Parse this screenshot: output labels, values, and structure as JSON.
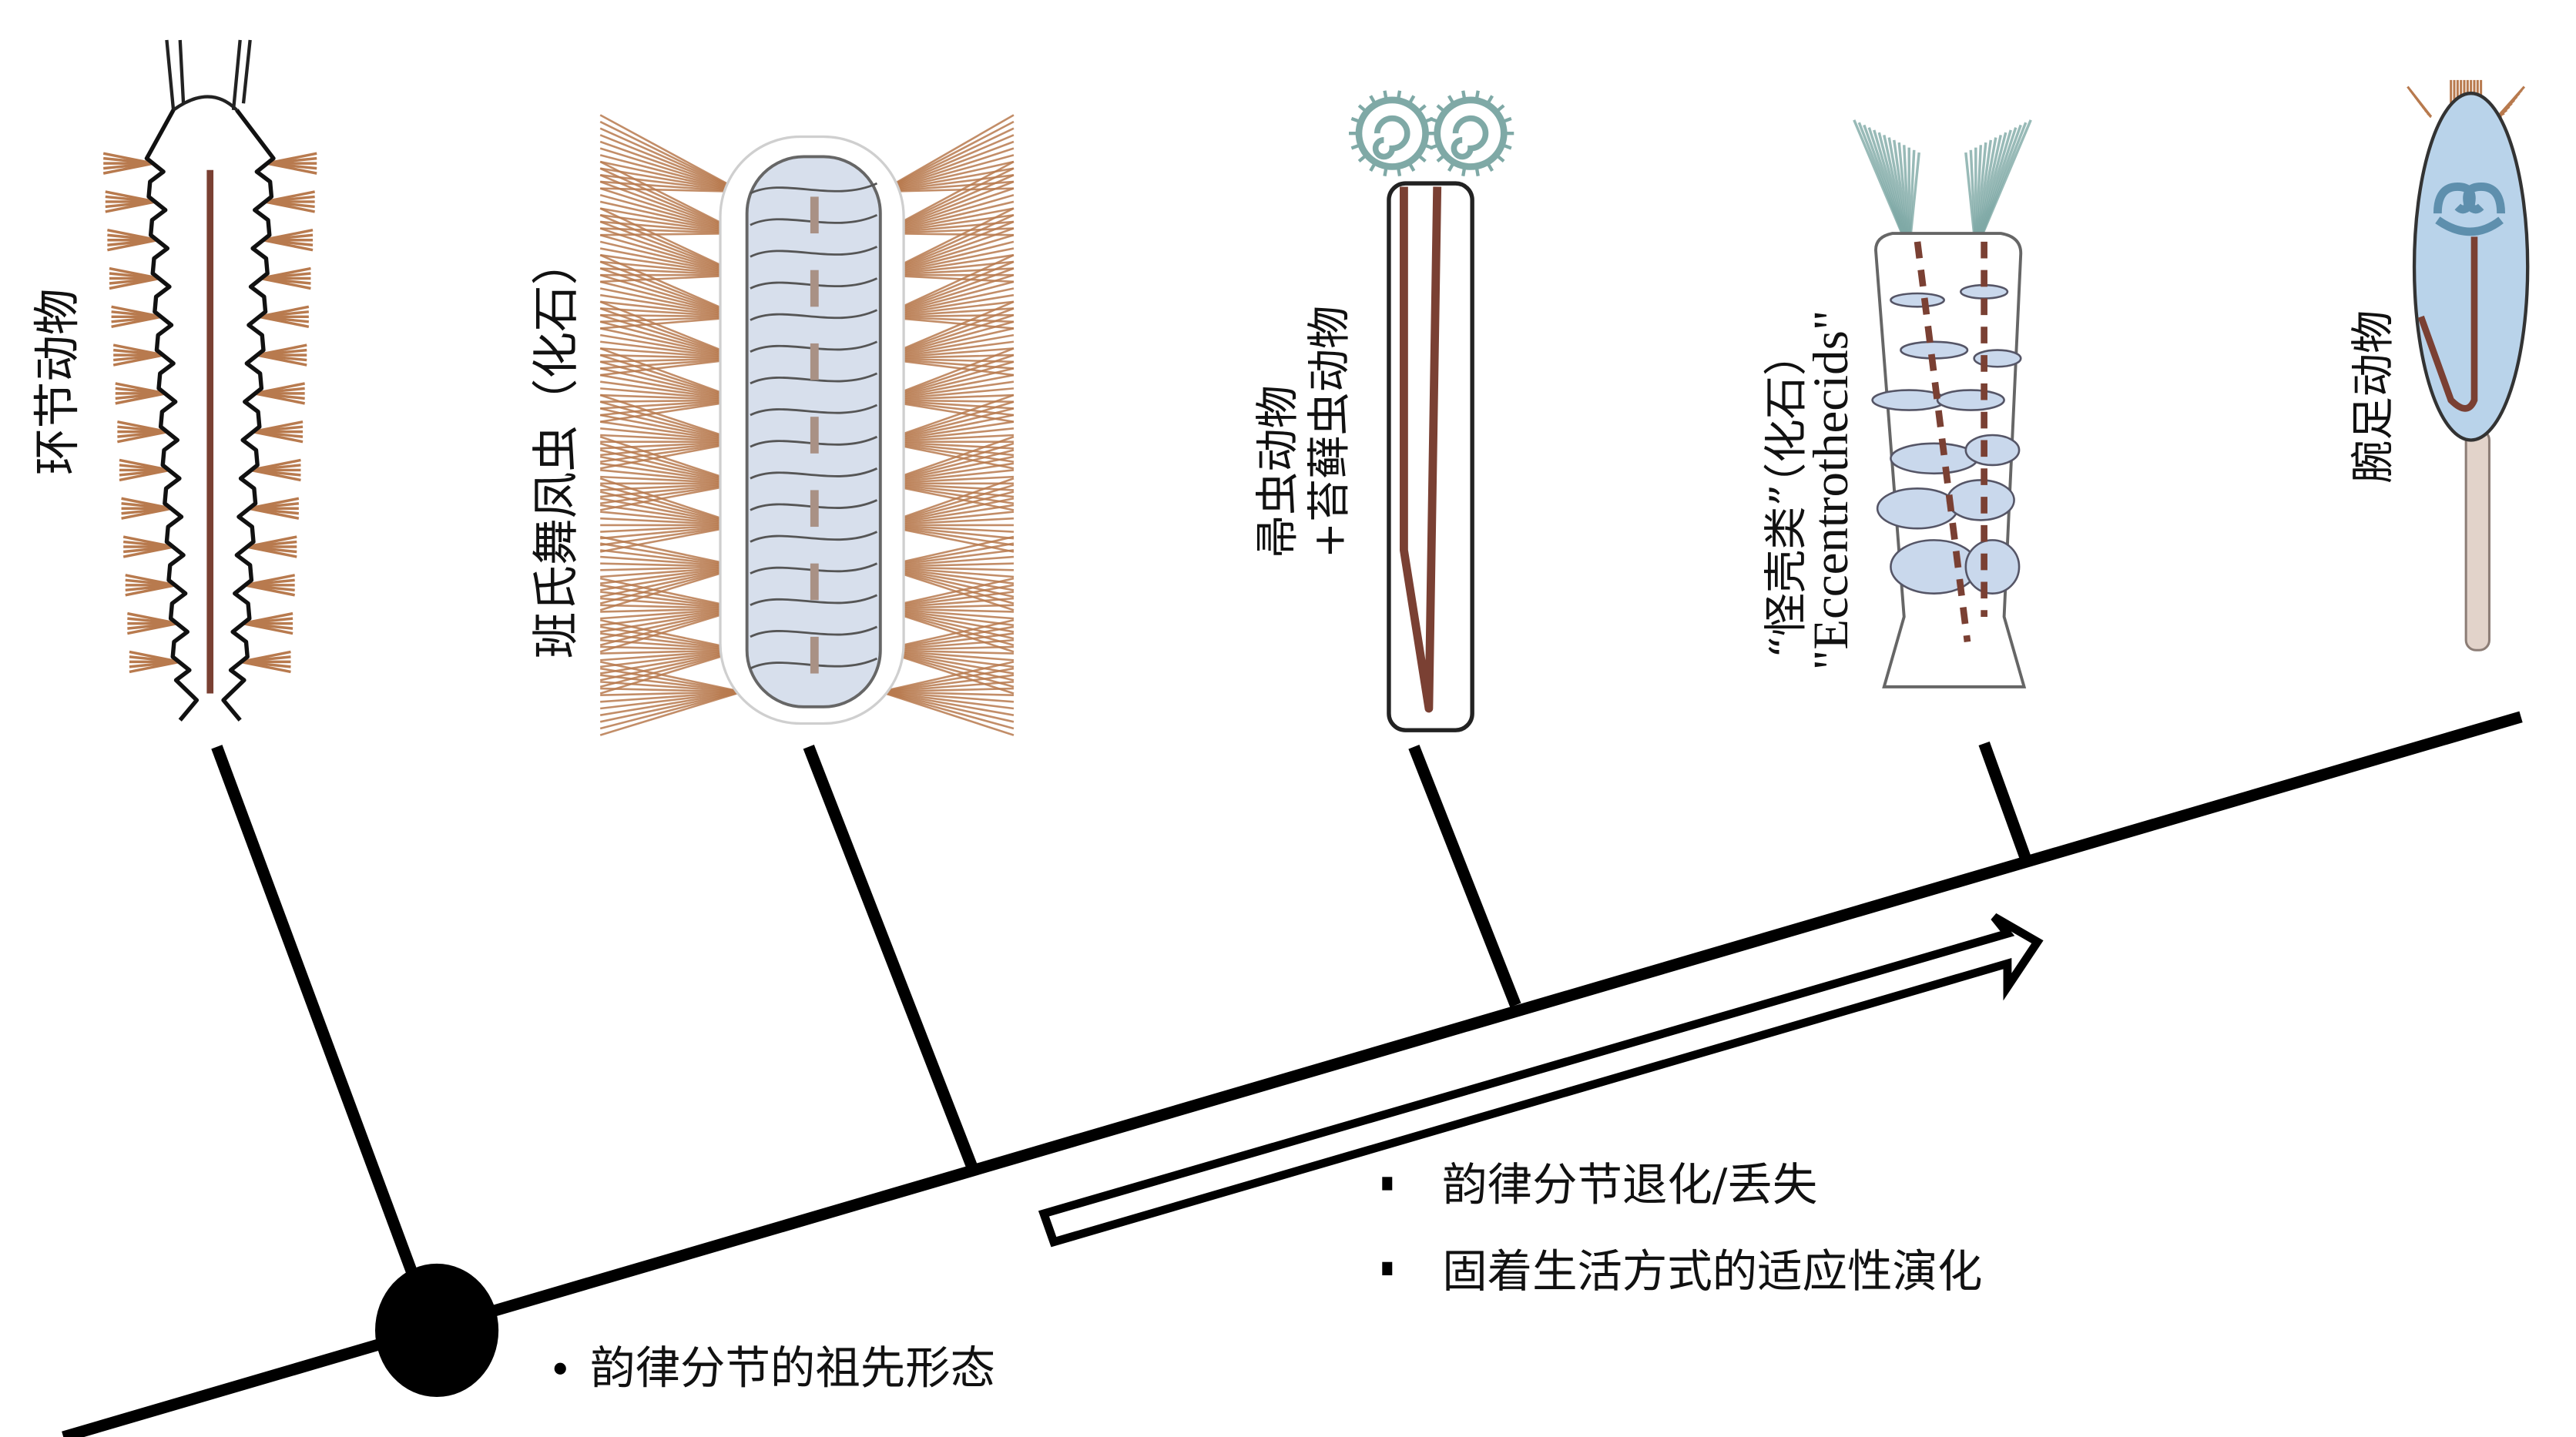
{
  "title": "分节特征退化与固着生活方式演化的系统发育示意图",
  "colors": {
    "line": "#000000",
    "bristle": "#b87a4e",
    "gut": "#7a4033",
    "teal": "#7fa9a6",
    "shell_blue": "#c9d8ec",
    "brachiopod_blue": "#b9d3ea",
    "stalk": "#e2d3ca"
  },
  "taxa": [
    {
      "id": "annelida",
      "label": "环节动物",
      "icon": "annelid-worm-icon"
    },
    {
      "id": "dinomischus_fossil",
      "label": "班氏舞凤虫（化石）",
      "icon": "fossil-worm-icon"
    },
    {
      "id": "nemertea_bryozoa",
      "label_line1": "帚虫动物",
      "label_line2": "+苔藓虫动物",
      "icon": "phoronid-tube-icon"
    },
    {
      "id": "eccentrothecids",
      "label_line1": "“怪壳类”（化石）",
      "label_line2": "\"Eccentrothecids\"",
      "icon": "eccentrothecid-shell-icon"
    },
    {
      "id": "brachiopoda",
      "label": "腕足动物",
      "icon": "brachiopod-icon"
    }
  ],
  "annotations": {
    "ancestor_bullet": "韵律分节的祖先形态",
    "trend_bullets": [
      "韵律分节退化/丢失",
      "固着生活方式的适应性演化"
    ]
  },
  "node": {
    "label": "ancestral-node"
  },
  "arrow": {
    "meaning": "evolutionary-trend-arrow"
  }
}
